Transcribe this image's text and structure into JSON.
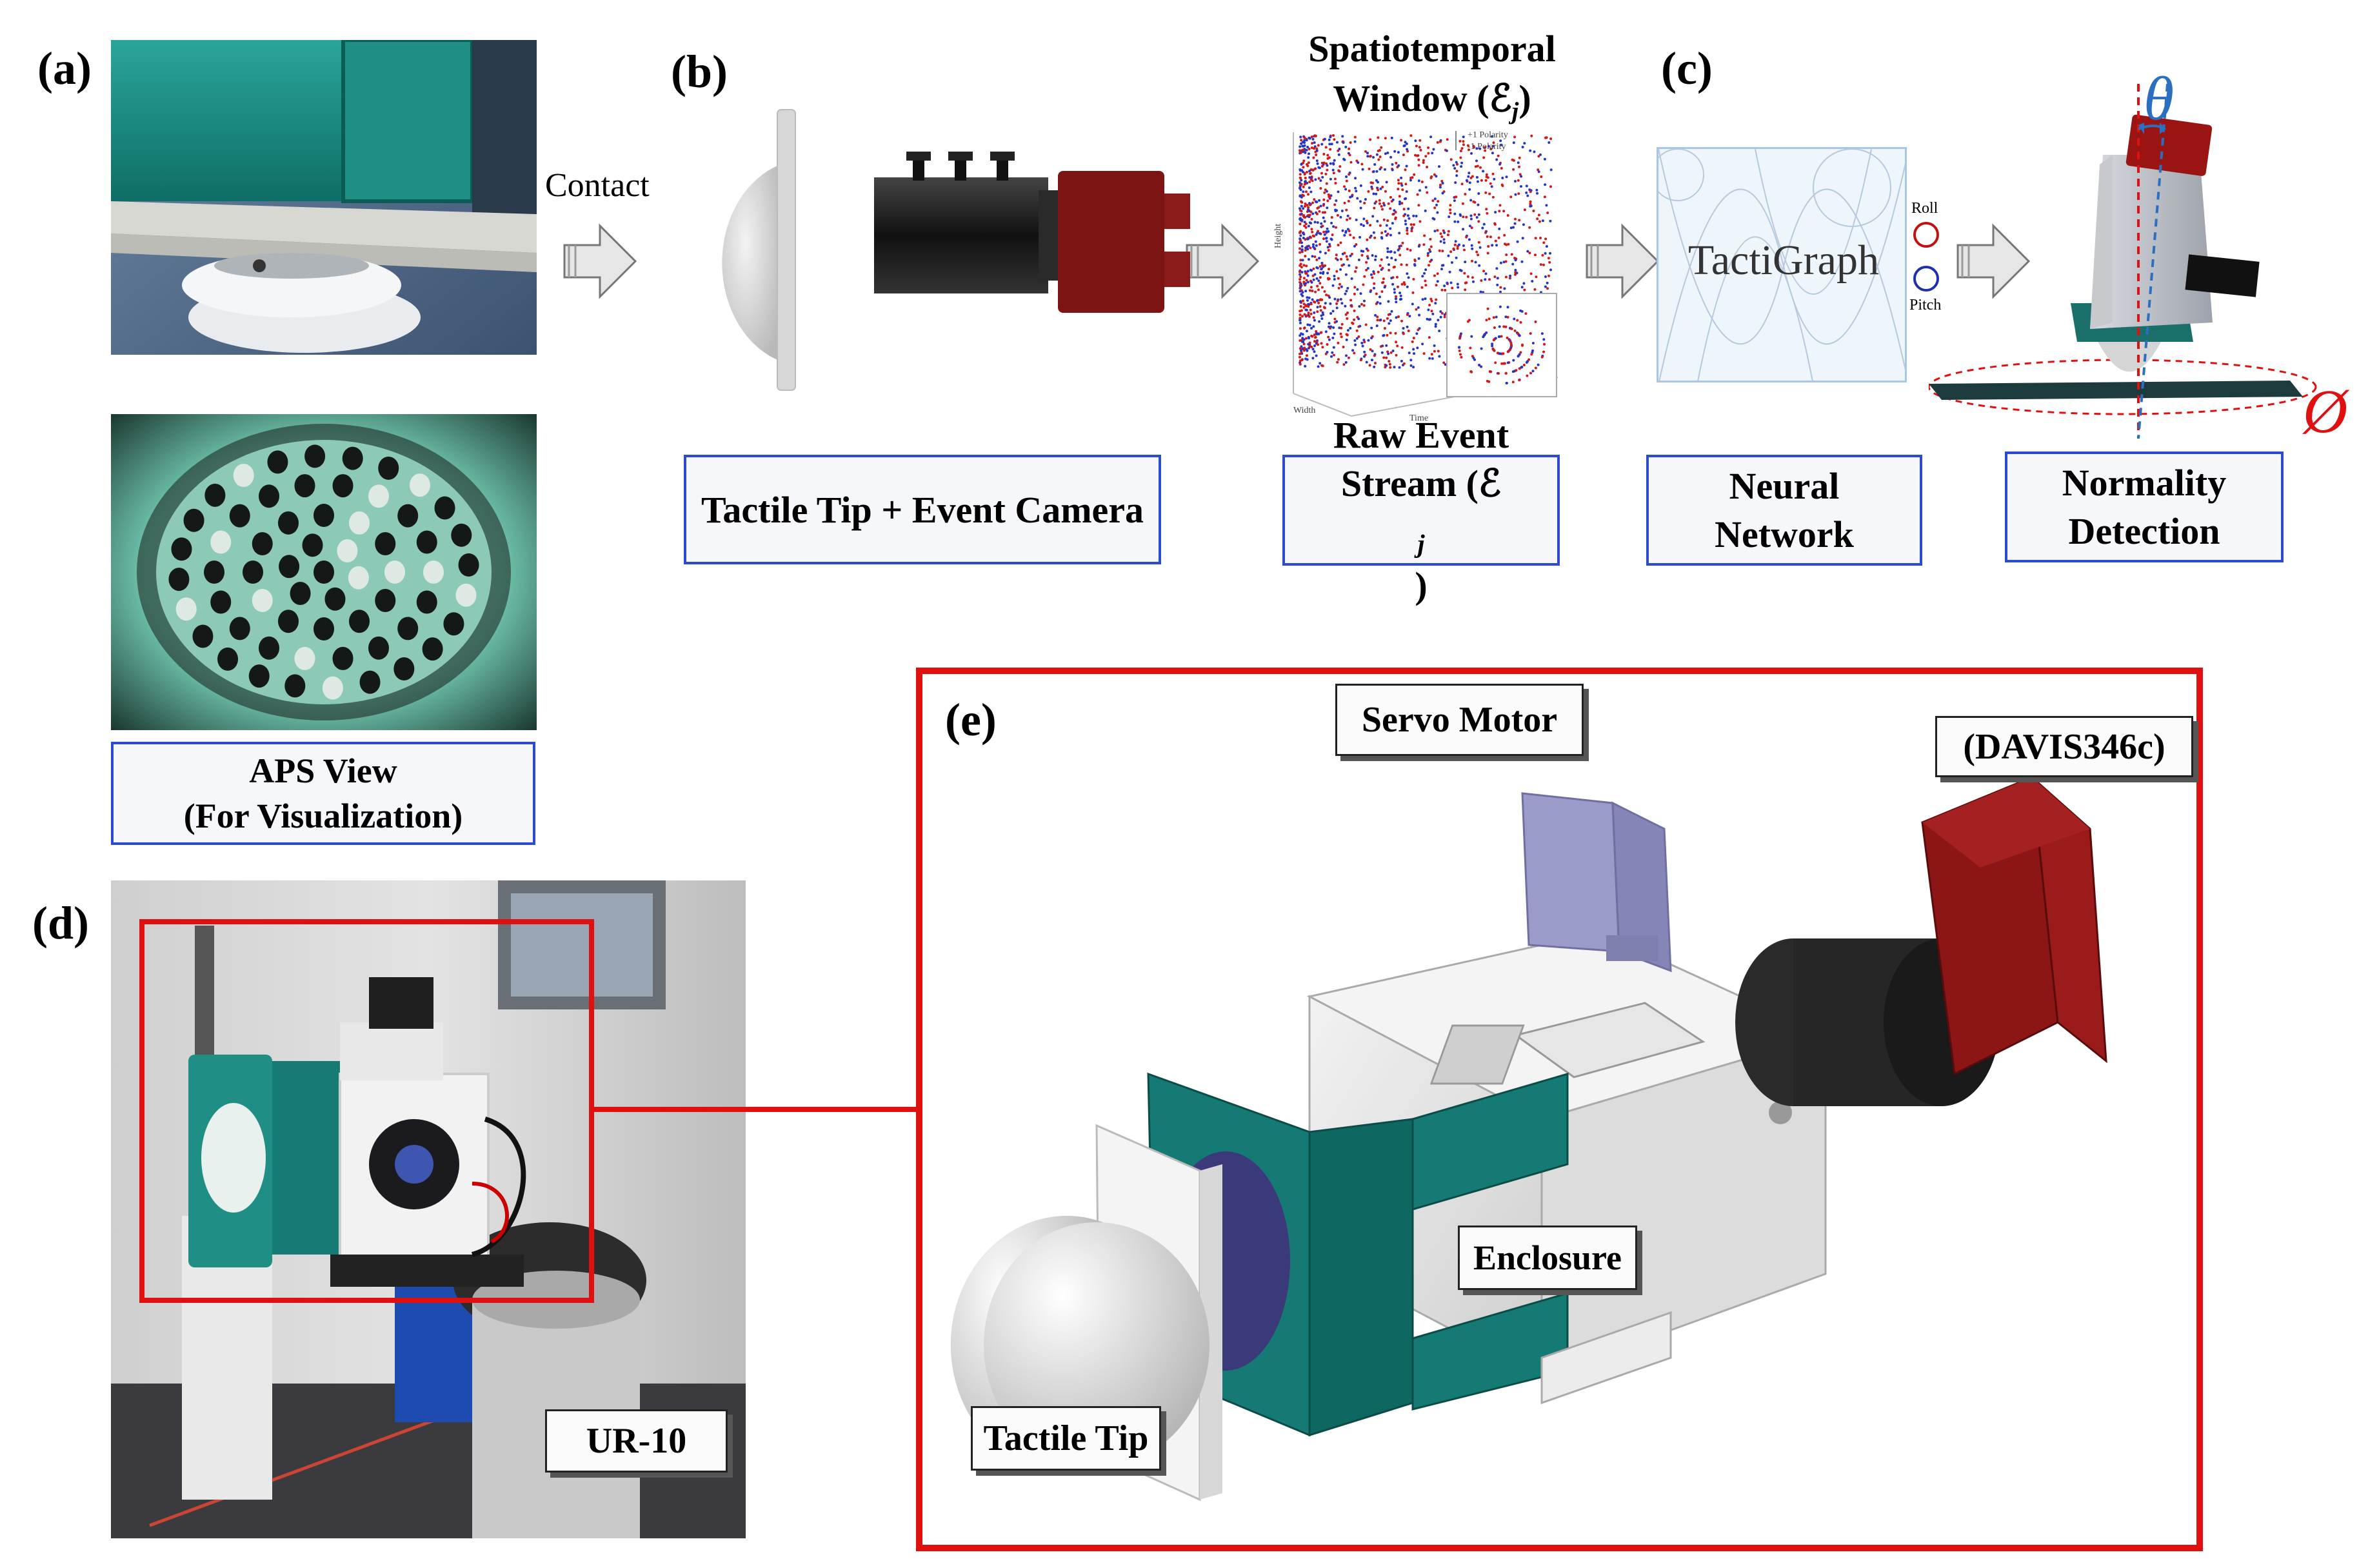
{
  "panels": {
    "a": "(a)",
    "b": "(b)",
    "c": "(c)",
    "d": "(d)",
    "e": "(e)"
  },
  "flow": {
    "contact_label": "Contact",
    "window_title_line1": "Spatiotemporal",
    "window_title_line2": "Window (ℰ",
    "window_title_sub": "j",
    "window_title_close": ")"
  },
  "boxes": {
    "aps_line1": "APS View",
    "aps_line2": "(For Visualization)",
    "tip_camera": "Tactile Tip + Event Camera",
    "raw_line1": "Raw Event",
    "raw_line2": "Stream (ℰ",
    "raw_sub": "j",
    "raw_close": ")",
    "nn_line1": "Neural",
    "nn_line2": "Network",
    "normality_line1": "Normality",
    "normality_line2": "Detection"
  },
  "scatter": {
    "legend_pos": "+1 Polarity",
    "legend_neg": "-1 Polarity",
    "axis_height": "Height",
    "axis_width": "Width",
    "axis_time": "Time"
  },
  "network": {
    "name": "TactiGraph",
    "roll": "Roll",
    "pitch": "Pitch"
  },
  "angles": {
    "theta": "θ",
    "phi": "Ø"
  },
  "callouts": {
    "servo": "Servo Motor",
    "davis": "(DAVIS346c)",
    "enclosure": "Enclosure",
    "tactile_tip": "Tactile Tip",
    "ur10": "UR-10"
  },
  "colors": {
    "highlight_red": "#e01010",
    "box_blue": "#2c4bd1",
    "teal": "#137a73",
    "camera_red": "#8b1414",
    "theta_blue": "#2a6fc0"
  }
}
